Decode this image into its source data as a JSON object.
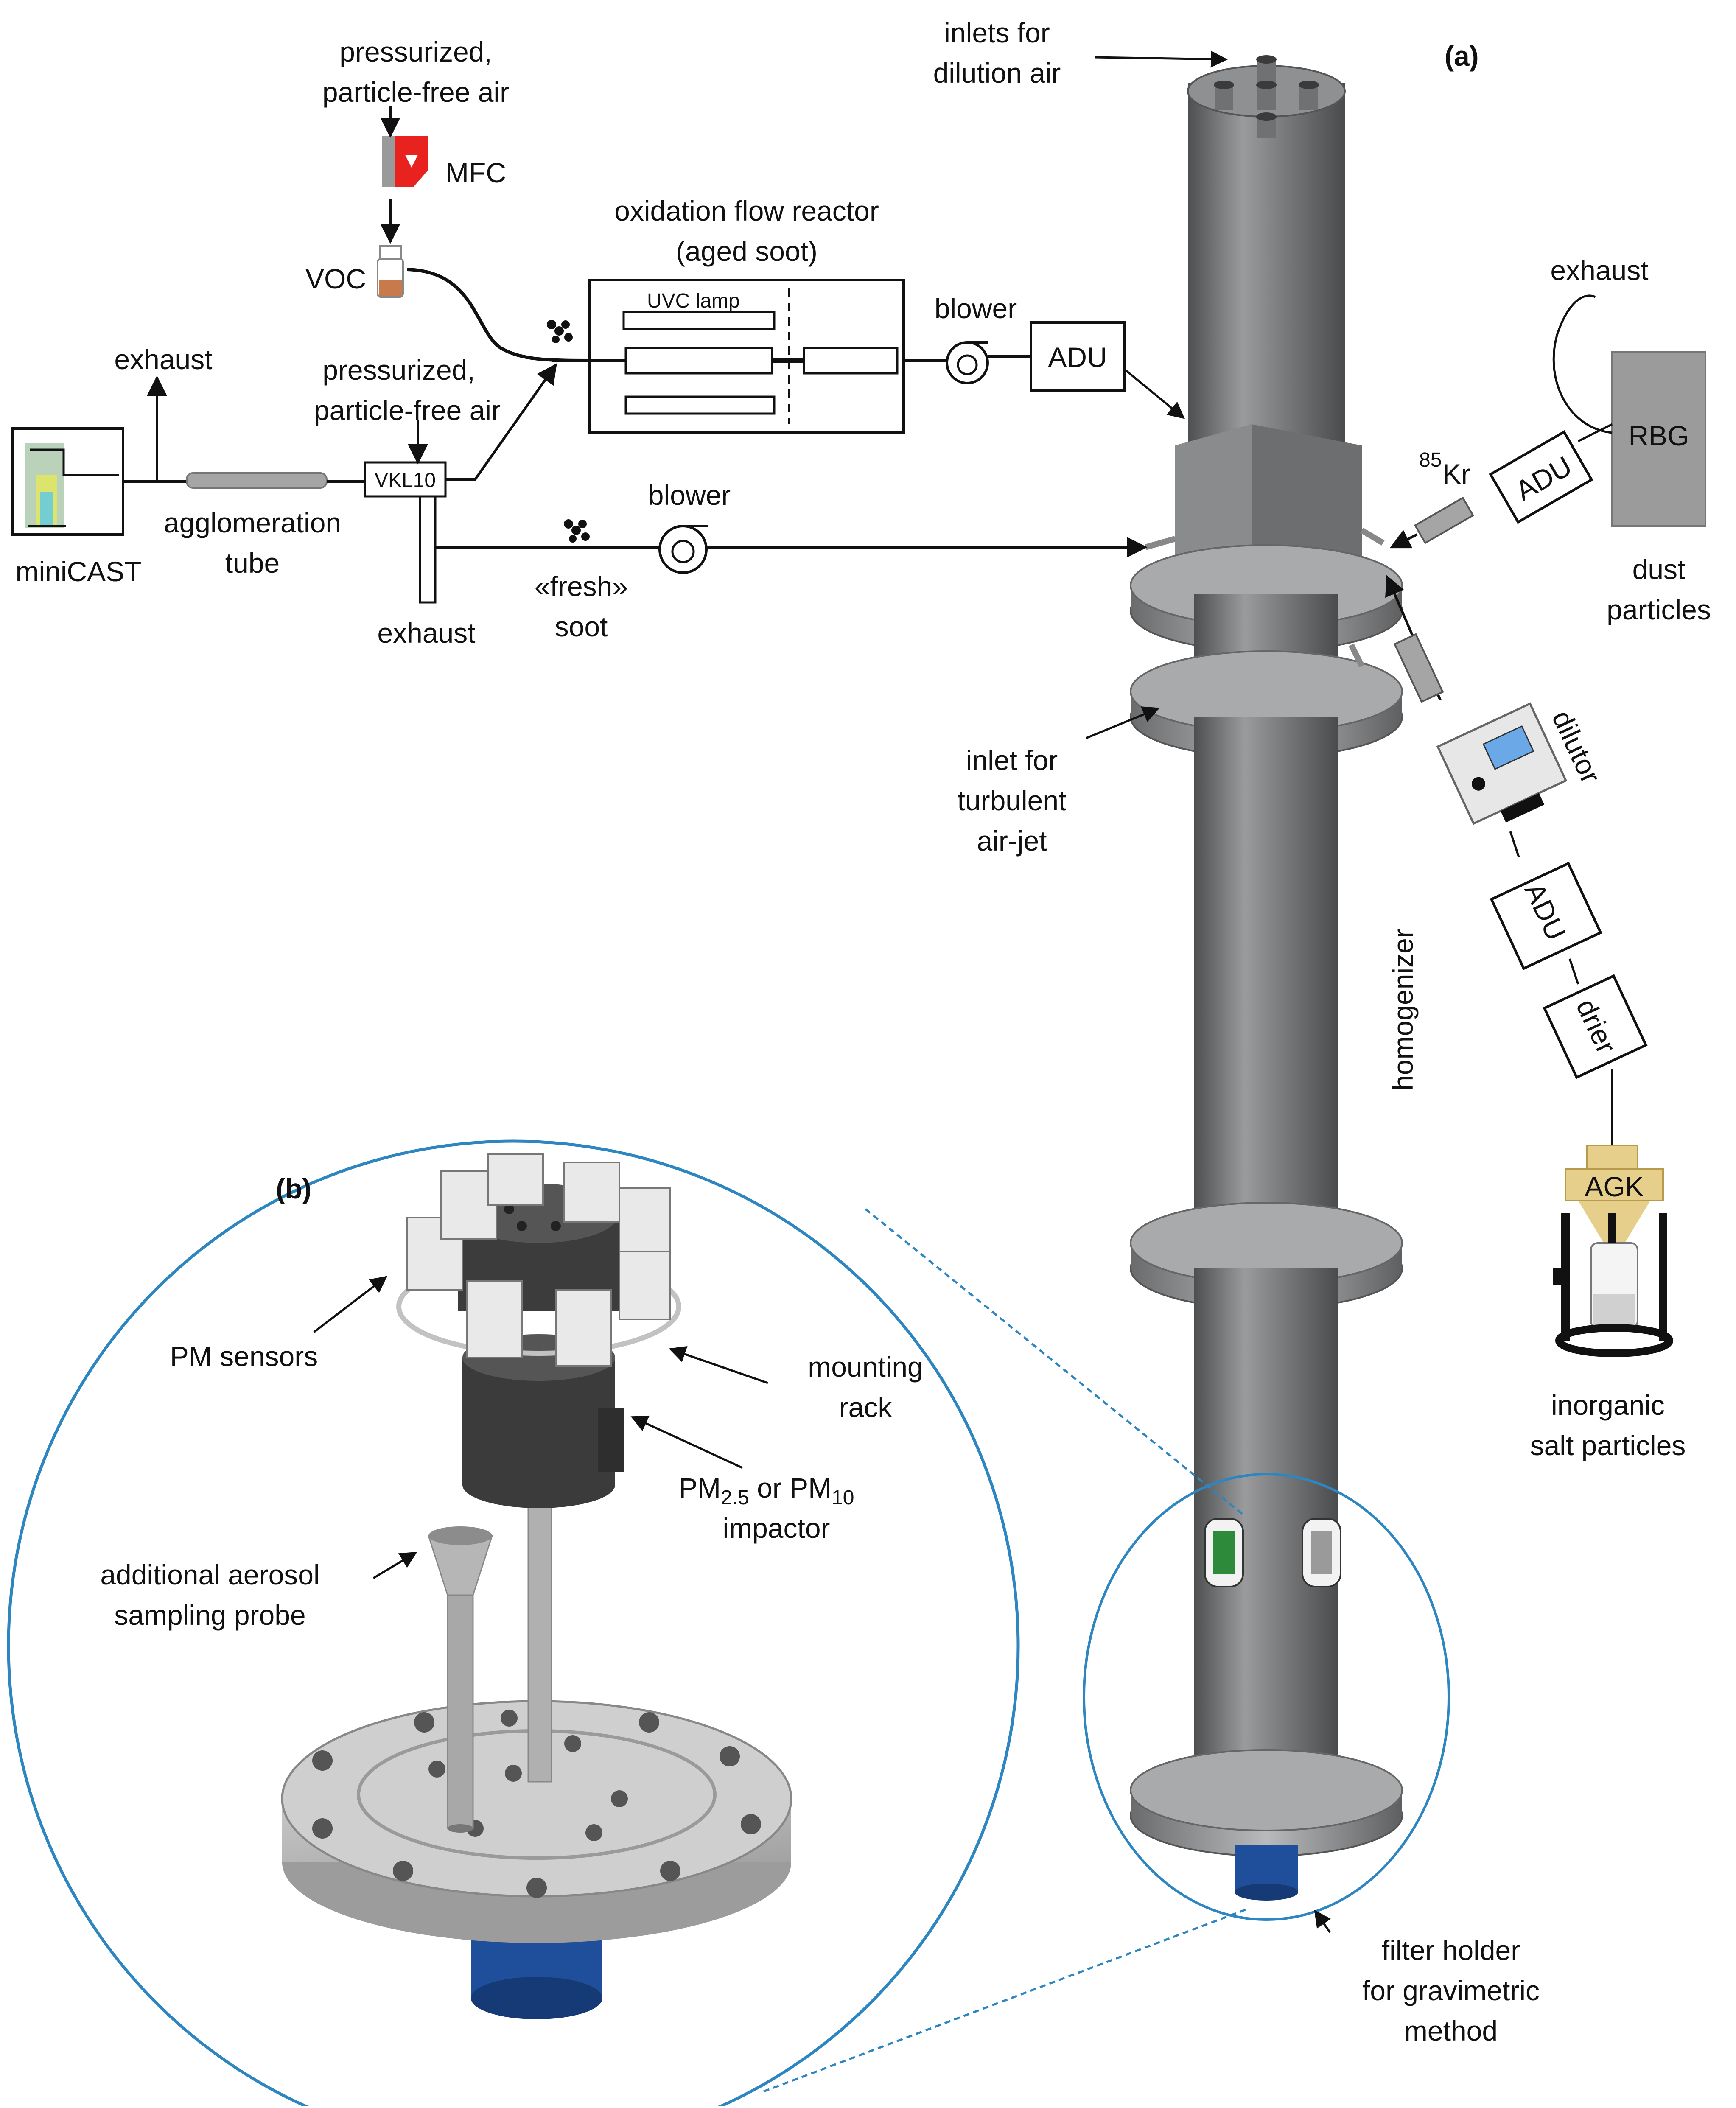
{
  "panel_a": {
    "label": "(a)",
    "inlets_dilution": [
      "inlets for",
      "dilution air"
    ],
    "pressurized_top": [
      "pressurized,",
      "particle-free air"
    ],
    "mfc": "MFC",
    "voc": "VOC",
    "ofr": [
      "oxidation flow reactor",
      "(aged soot)"
    ],
    "uvc_lamp": "UVC lamp",
    "blower_top": "blower",
    "adu_top": "ADU",
    "exhaust_left": "exhaust",
    "pressurized_mid": [
      "pressurized,",
      "particle-free air"
    ],
    "vkl10": "VKL10",
    "minicast": "miniCAST",
    "agglomeration": [
      "agglomeration",
      "tube"
    ],
    "exhaust_bottom": "exhaust",
    "blower_mid": "blower",
    "fresh_soot": [
      "«fresh»",
      "soot"
    ],
    "exhaust_right": "exhaust",
    "rbg": "RBG",
    "adu_right": "ADU",
    "kr85_sup": "85",
    "kr85": "Kr",
    "dust": [
      "dust",
      "particles"
    ],
    "inlet_turbulent": [
      "inlet for",
      "turbulent",
      "air-jet"
    ],
    "dilutor": "dilutor",
    "adu_lower": "ADU",
    "drier": "drier",
    "homogenizer": "homogenizer",
    "agk": "AGK",
    "inorganic": [
      "inorganic",
      "salt particles"
    ],
    "filter_holder": [
      "filter holder",
      "for gravimetric",
      "method"
    ]
  },
  "panel_b": {
    "label": "(b)",
    "pm_sensors": "PM sensors",
    "mounting_rack": [
      "mounting",
      "rack"
    ],
    "impactor_pm": "PM",
    "impactor_sub1": "2.5",
    "impactor_or": " or PM",
    "impactor_sub2": "10",
    "impactor": "impactor",
    "probe": [
      "additional aerosol",
      "sampling probe"
    ]
  },
  "colors": {
    "column_dark": "#5f6062",
    "column_mid": "#8a8b8d",
    "column_light": "#b4b5b7",
    "circle_blue": "#2e86c1",
    "mfc_red": "#e8231f",
    "filter_blue": "#1f4e9a",
    "agk_tan": "#e6cf8a"
  }
}
